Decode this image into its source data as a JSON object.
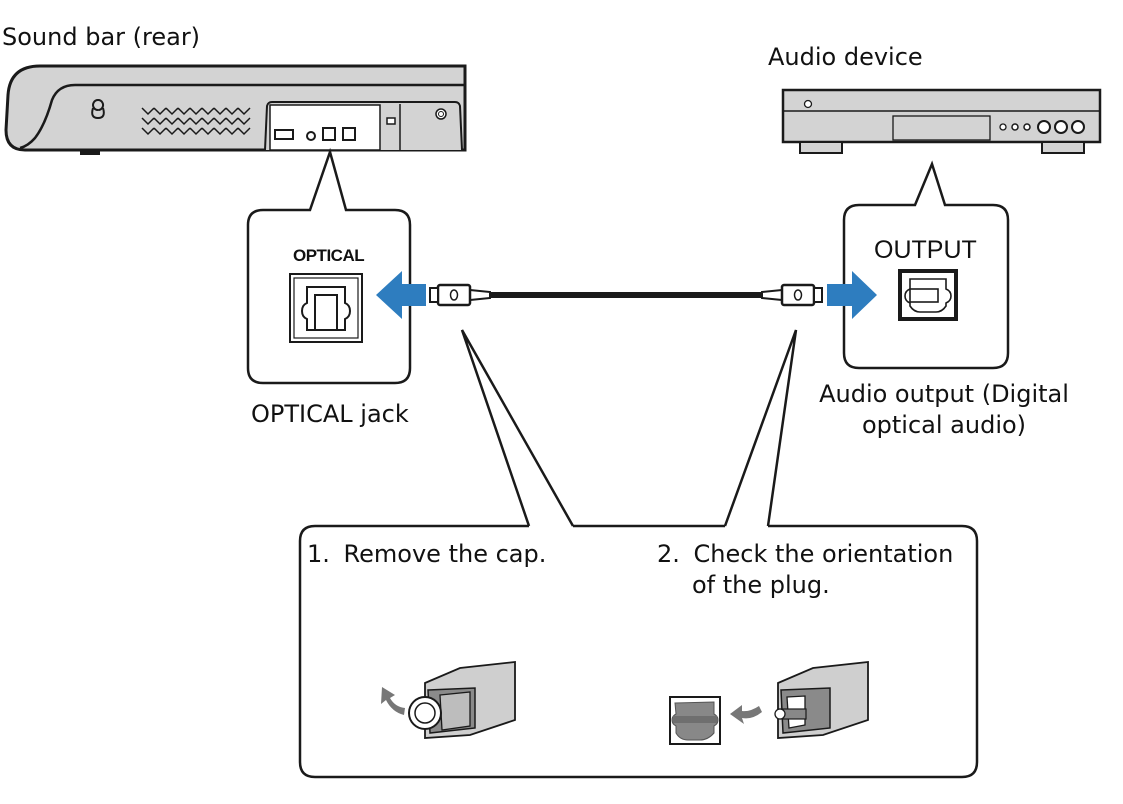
{
  "labels": {
    "sound_bar": "Sound bar (rear)",
    "audio_device": "Audio device",
    "optical_panel": "OPTICAL",
    "optical_jack": "OPTICAL jack",
    "output_panel": "OUTPUT",
    "audio_output_line1": "Audio output (Digital",
    "audio_output_line2": "optical audio)"
  },
  "steps": [
    {
      "number": "1.",
      "text": "Remove the cap."
    },
    {
      "number": "2.",
      "text_line1": "Check the orientation",
      "text_line2": "of the plug."
    }
  ],
  "colors": {
    "arrow_blue": "#2e7dbf",
    "device_gray": "#d3d3d3",
    "outline": "#1a1a1a",
    "plug_gray": "#8a8a8a"
  },
  "icons": {
    "arrow_into_jack": "arrow-left-icon",
    "arrow_into_output": "arrow-right-icon",
    "cap_remove": "curved-arrow-icon",
    "insert_plug": "curved-arrow-icon"
  }
}
